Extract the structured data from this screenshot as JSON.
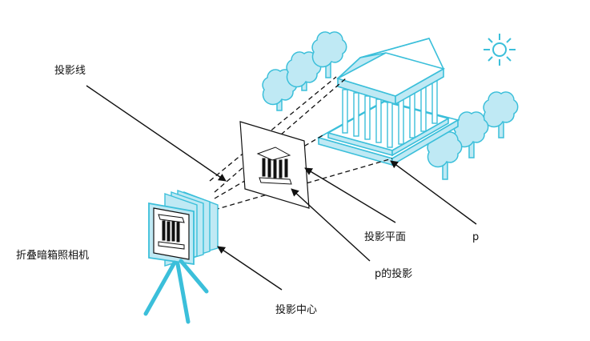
{
  "labels": {
    "projection_line": "投影线",
    "folding_camera": "折叠暗箱照相机",
    "projection_center": "投影中心",
    "projection_plane": "投影平面",
    "projection_of_p": "p的投影",
    "point_p": "p"
  },
  "colors": {
    "accent": "#3bbfda",
    "accent_light": "#bfe9f4",
    "ink": "#111111"
  },
  "icons": [
    "sun-icon",
    "tree-icon",
    "greek-temple-icon",
    "camera-icon",
    "tripod-icon"
  ]
}
